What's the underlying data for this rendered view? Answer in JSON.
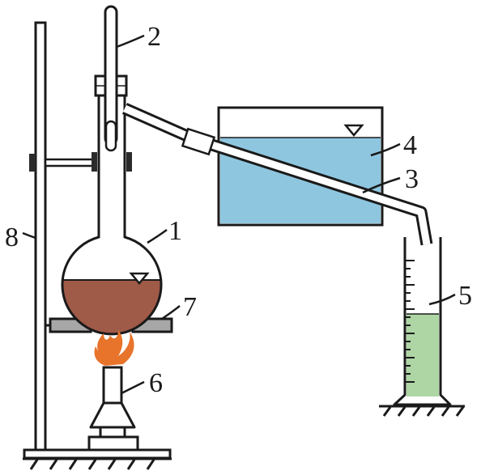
{
  "labels": {
    "flask": "1",
    "thermometer": "2",
    "condenser_tube": "3",
    "water_tank": "4",
    "graduated_cylinder": "5",
    "burner": "6",
    "wire_gauze": "7",
    "stand": "8"
  },
  "colors": {
    "outline": "#1a1a1a",
    "water": "#8ec6df",
    "liquid_in_flask": "#a05a48",
    "distillate": "#aed6a4",
    "flame": "#e8742c",
    "gauze_fill": "#a7a7a7",
    "clamp": "#2b2b2b"
  },
  "icons": [
    "liquid-level-icon",
    "ground-hatch-icon"
  ]
}
